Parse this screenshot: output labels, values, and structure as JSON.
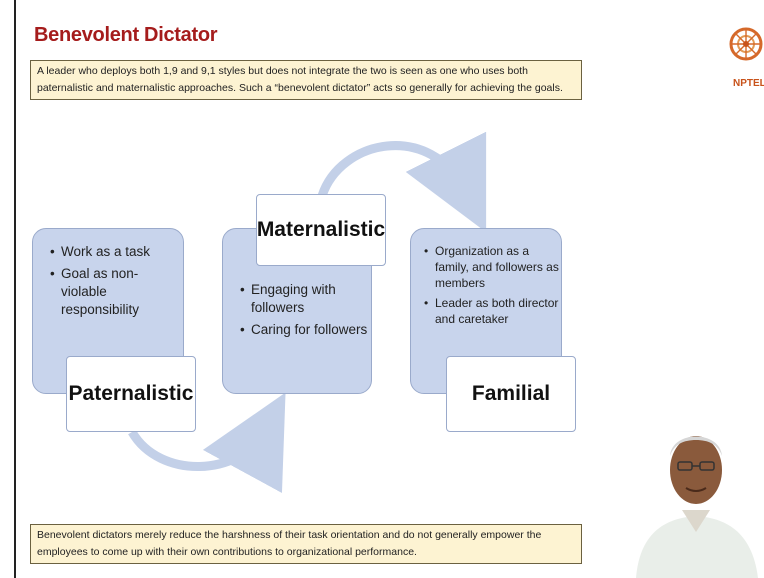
{
  "slide": {
    "title": "Benevolent Dictator",
    "intro": "A leader who deploys both 1,9 and 9,1 styles but does not integrate the two is seen as one who uses both paternalistic and maternalistic approaches. Such a “benevolent dictator” acts so generally for achieving the goals.",
    "conclusion": "Benevolent dictators merely reduce the harshness of their task orientation and do not generally empower the employees to come up with their own contributions to organizational performance."
  },
  "logo": {
    "text": "NPTEL",
    "icon": "nptel-wheel-icon"
  },
  "cycle": {
    "paternalistic": {
      "label": "Paternalistic",
      "items": [
        "Work as a task",
        "Goal as non-violable responsibility"
      ]
    },
    "maternalistic": {
      "label": "Maternalistic",
      "items": [
        "Engaging with followers",
        "Caring for followers"
      ]
    },
    "familial": {
      "label": "Familial",
      "items": [
        "Organization as a family, and followers as members",
        "Leader as both director and caretaker"
      ]
    }
  },
  "colors": {
    "title": "#a51c1c",
    "note_bg": "#fdf3d2",
    "card_bg": "#c8d4ec",
    "arrow": "#c3d0e8"
  }
}
